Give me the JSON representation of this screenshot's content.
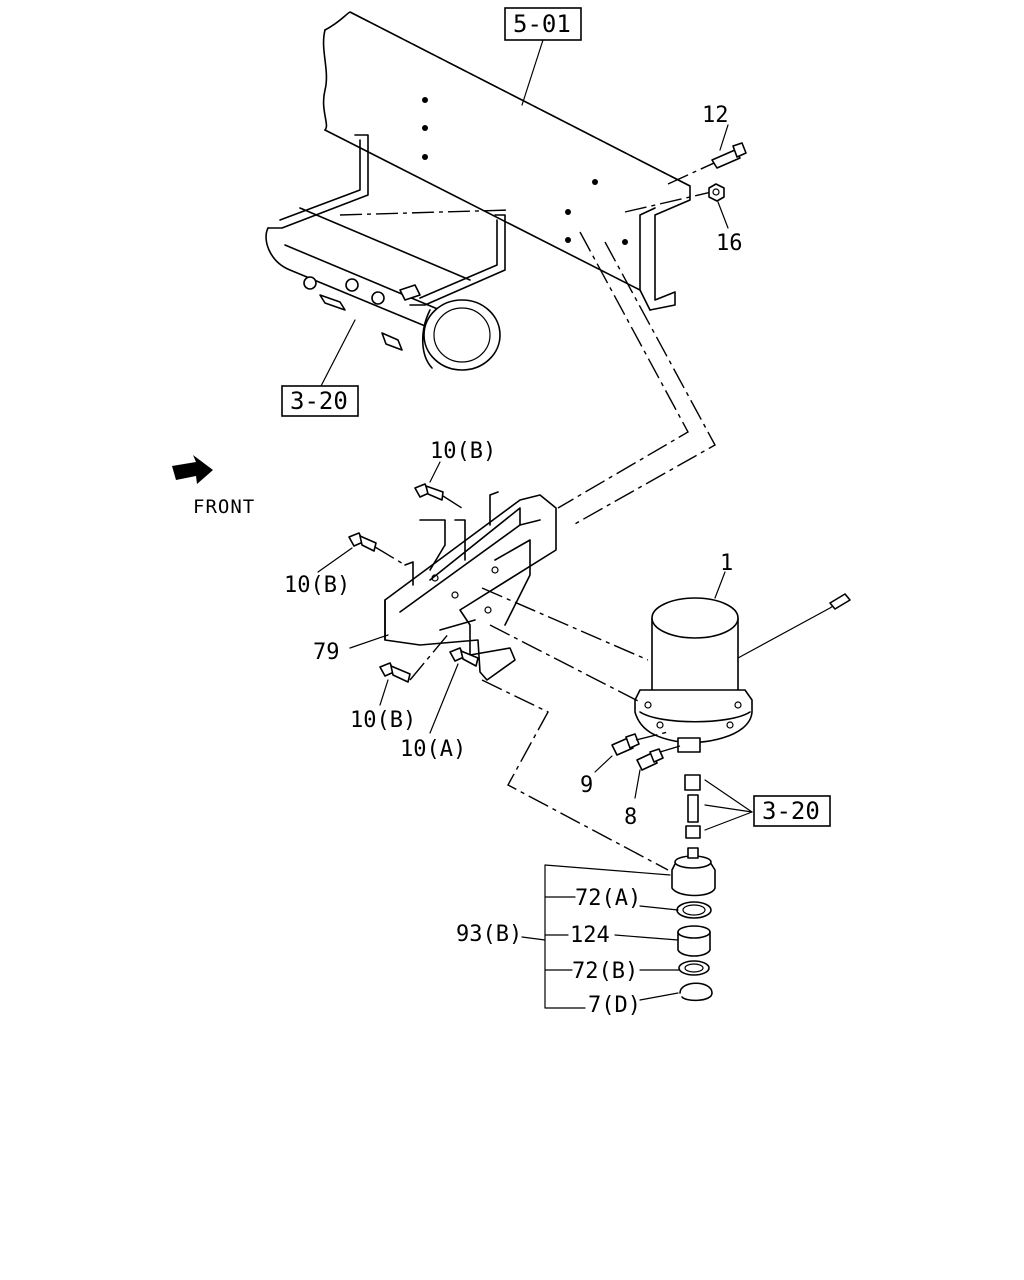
{
  "diagram": {
    "front_label": "FRONT",
    "refs": {
      "frame": "5-01",
      "tank": "3-20",
      "pipe": "3-20"
    },
    "callouts": {
      "c12": "12",
      "c16": "16",
      "c1": "1",
      "c10b_top": "10(B)",
      "c10b_left": "10(B)",
      "c10b_bottom": "10(B)",
      "c10a": "10(A)",
      "c79": "79",
      "c9": "9",
      "c8": "8",
      "c72a": "72(A)",
      "c93b": "93(B)",
      "c124": "124",
      "c72b": "72(B)",
      "c7d": "7(D)"
    }
  }
}
